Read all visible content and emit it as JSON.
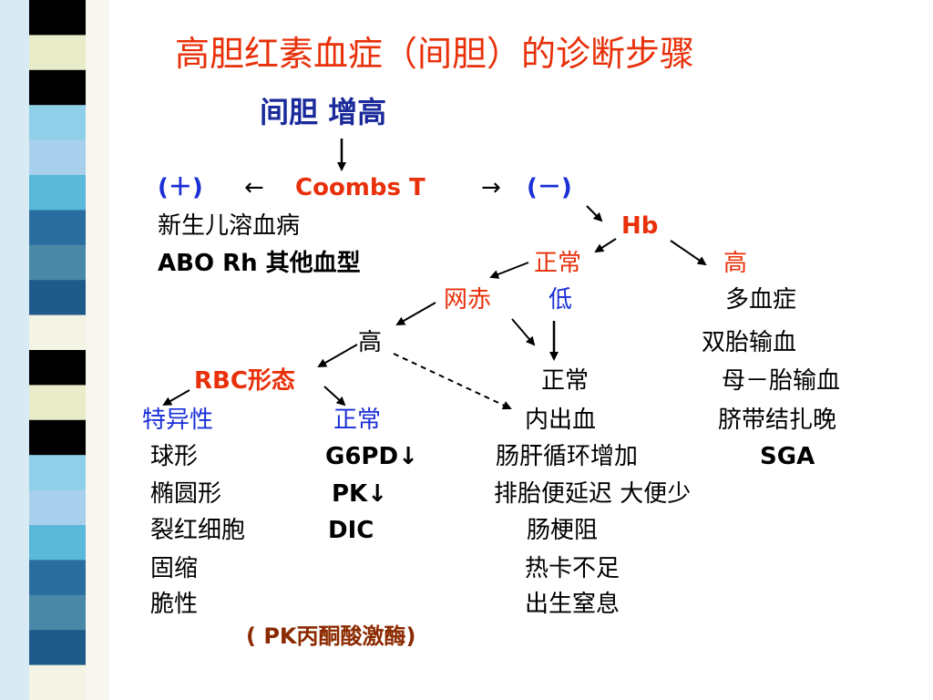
{
  "stripe_colors": [
    "#000000",
    "#4a88a8",
    "#a8d0ec",
    "#e8ecc8",
    "#1f5a8a",
    "#5ab8d8",
    "#000000",
    "#f4f4e4",
    "#2a6ea0",
    "#8fcfe8"
  ],
  "title": "高胆红素血症（间胆）的诊断步骤",
  "start": "间胆 增高",
  "coombs": {
    "positive": "(＋)",
    "left_arrow": "←",
    "label": "Coombs  T",
    "right_arrow": "→",
    "negative": "(－)"
  },
  "positive_branch": {
    "disease": "新生儿溶血病",
    "types": "ABO  Rh  其他血型"
  },
  "hb": {
    "label": "Hb",
    "normal": "正常",
    "high": "高"
  },
  "high_hb_causes": [
    "多血症",
    "双胎输血",
    "母－胎输血",
    "脐带结扎晚",
    "SGA"
  ],
  "retic": {
    "label": "网赤",
    "low": "低",
    "high": "高"
  },
  "rbc": {
    "label": "RBC形态",
    "specific": "特异性",
    "normal": "正常"
  },
  "specific_items": [
    "球形",
    "椭圆形",
    "裂红细胞",
    "固缩",
    "脆性"
  ],
  "normal_items": [
    "G6PD↓",
    "PK↓",
    "DIC"
  ],
  "pk_note": "( PK丙酮酸激酶)",
  "normal_retic": {
    "label": "正常",
    "items": [
      "内出血",
      "肠肝循环增加",
      "排胎便延迟 大便少",
      "肠梗阻",
      "热卡不足",
      "出生窒息"
    ]
  }
}
